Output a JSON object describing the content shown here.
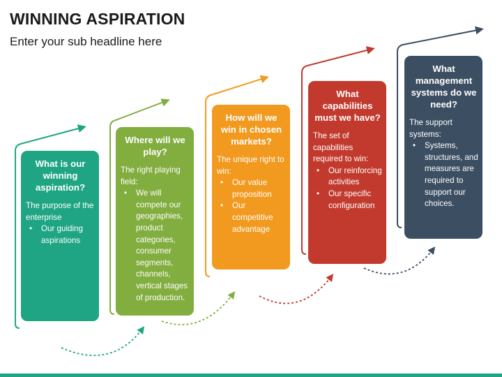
{
  "title": "WINNING ASPIRATION",
  "subtitle": "Enter your sub headline here",
  "colors": {
    "teal": "#1fa583",
    "green": "#82ad3f",
    "orange": "#f19a1f",
    "red": "#c23a2e",
    "navy": "#3c4e62"
  },
  "steps": [
    {
      "heading": "What is our winning aspiration?",
      "intro": "The purpose of the enterprise",
      "bullets": [
        "Our guiding aspirations"
      ]
    },
    {
      "heading": "Where will we play?",
      "intro": "The right playing field:",
      "bullets": [
        "We will compete our geographies, product categories, consumer segments, channels, vertical stages of production."
      ]
    },
    {
      "heading": "How will we win in chosen markets?",
      "intro": "The unique right to win:",
      "bullets": [
        "Our value proposition",
        "Our competitive advantage"
      ]
    },
    {
      "heading": "What capabilities must we have?",
      "intro": "The set of capabilities required to win:",
      "bullets": [
        "Our reinforcing activities",
        "Our specific configuration"
      ]
    },
    {
      "heading": "What management systems do we need?",
      "intro": "The support systems:",
      "bullets": [
        "Systems, structures, and measures are required to support our choices."
      ]
    }
  ]
}
